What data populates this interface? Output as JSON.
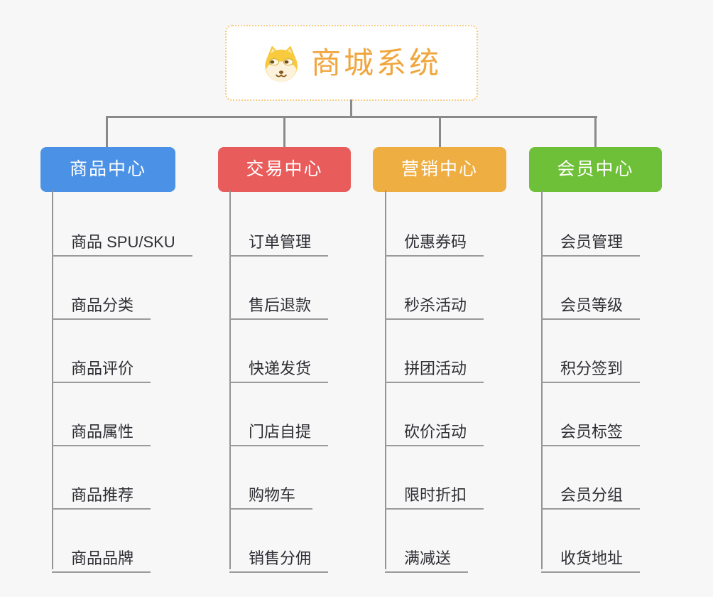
{
  "root": {
    "title": "商城系统",
    "icon": "dog-face-icon",
    "accent_color": "#F0A63E",
    "border_color": "#F5C97E"
  },
  "branches": [
    {
      "label": "商品中心",
      "color": "#4B92E6",
      "children": [
        "商品 SPU/SKU",
        "商品分类",
        "商品评价",
        "商品属性",
        "商品推荐",
        "商品品牌"
      ]
    },
    {
      "label": "交易中心",
      "color": "#E95C5C",
      "children": [
        "订单管理",
        "售后退款",
        "快递发货",
        "门店自提",
        "购物车",
        "销售分佣"
      ]
    },
    {
      "label": "营销中心",
      "color": "#EFAE42",
      "children": [
        "优惠券码",
        "秒杀活动",
        "拼团活动",
        "砍价活动",
        "限时折扣",
        "满减送"
      ]
    },
    {
      "label": "会员中心",
      "color": "#6EC038",
      "children": [
        "会员管理",
        "会员等级",
        "积分签到",
        "会员标签",
        "会员分组",
        "收货地址"
      ]
    }
  ],
  "colors": {
    "background": "#F7F7F7",
    "connector": "#8A8A8A",
    "underline": "#9A9A9A",
    "child_text": "#2E2E34"
  }
}
